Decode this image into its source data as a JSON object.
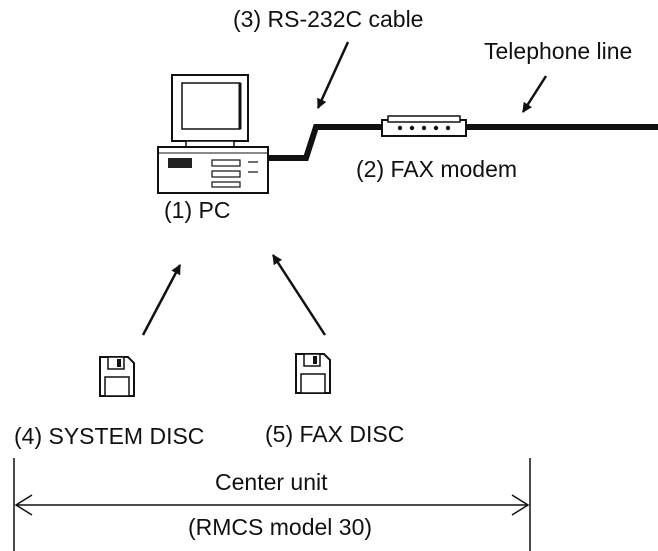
{
  "labels": {
    "cable": "(3) RS-232C cable",
    "telephone": "Telephone line",
    "modem": "(2) FAX modem",
    "pc": "(1) PC",
    "system_disc": "(4) SYSTEM DISC",
    "fax_disc": "(5) FAX DISC",
    "center_unit": "Center unit",
    "model": "(RMCS model 30)"
  }
}
